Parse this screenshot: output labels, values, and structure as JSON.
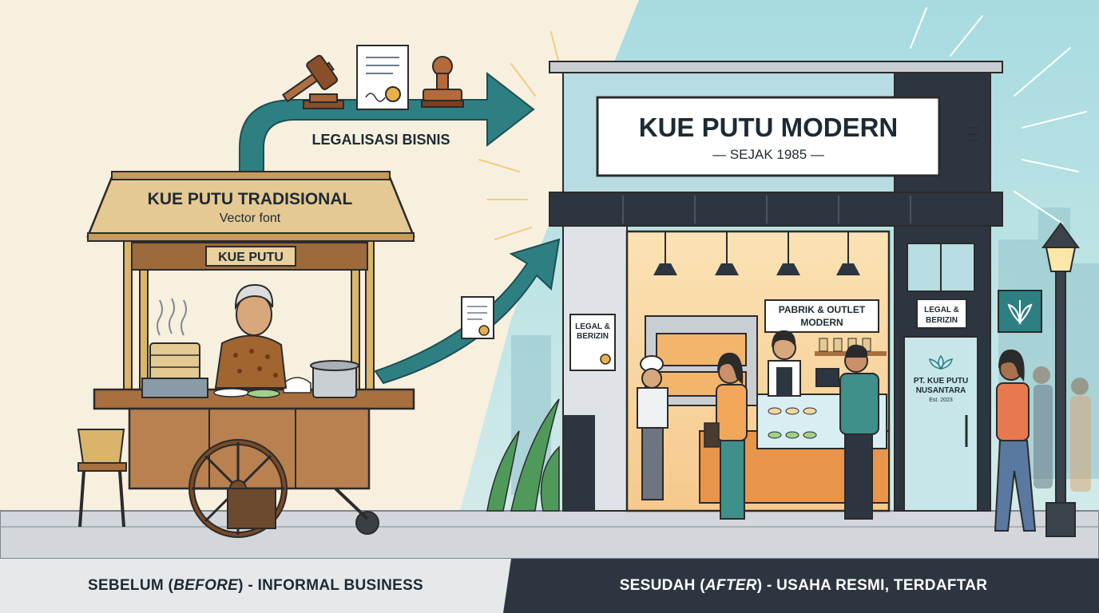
{
  "transition_label": "LEGALISASI BISNIS",
  "before": {
    "roof_title": "KUE PUTU TRADISIONAL",
    "roof_subtitle": "Vector font",
    "cart_sign": "KUE PUTU"
  },
  "after": {
    "store_title": "KUE PUTU MODERN",
    "store_subtitle": "— SEJAK 1985 —",
    "window_sign_line1": "PABRIK & OUTLET",
    "window_sign_line2": "MODERN",
    "window_badge_line1": "LEGAL &",
    "window_badge_line2": "BERIZIN",
    "pillar_badge_line1": "LEGAL &",
    "pillar_badge_line2": "BERIZIN",
    "door_line1": "PT. KUE PUTU",
    "door_line2": "NUSANTARA",
    "door_line3": "Est. 2023"
  },
  "captions": {
    "before_prefix": "SEBELUM (",
    "before_em": "BEFORE",
    "before_suffix": ") - INFORMAL BUSINESS",
    "after_prefix": "SESUDAH (",
    "after_em": "AFTER",
    "after_suffix": ") - USAHA RESMI, TERDAFTAR"
  },
  "colors": {
    "cream_bg": "#f7f0df",
    "sky_teal": "#b9e0e4",
    "arrow_teal": "#2e7f82",
    "storefront_dark": "#2d3640",
    "accent_orange": "#e8944a"
  }
}
